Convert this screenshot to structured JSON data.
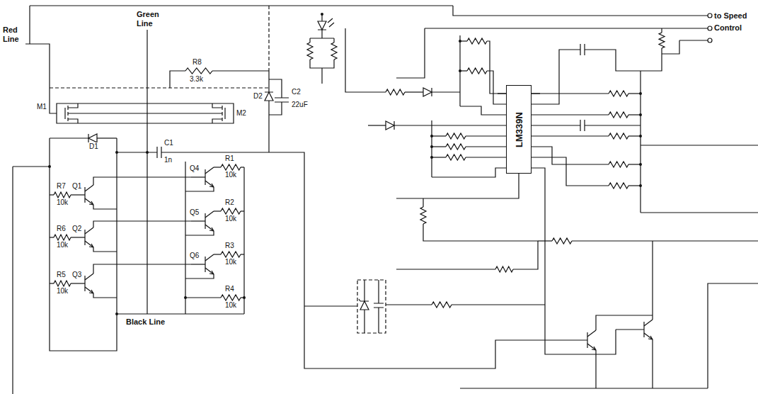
{
  "diagram": {
    "nodes": [
      {
        "text": [
          "LM339N"
        ]
      }
    ],
    "labels": [
      "Red Line",
      "Green Line",
      "R8",
      "3.3k",
      "D2",
      "C2",
      "22uF",
      "M1",
      "M2",
      "C1",
      "1n",
      "D1",
      "R1",
      "10k",
      "Q4",
      "R2",
      "10k",
      "Q5",
      "R3",
      "10k",
      "Q6",
      "R4",
      "10k",
      "R7",
      "10k",
      "Q1",
      "R6",
      "10k",
      "Q2",
      "R5",
      "10k",
      "Q3",
      "Black Line",
      "to Speed Control"
    ]
  }
}
